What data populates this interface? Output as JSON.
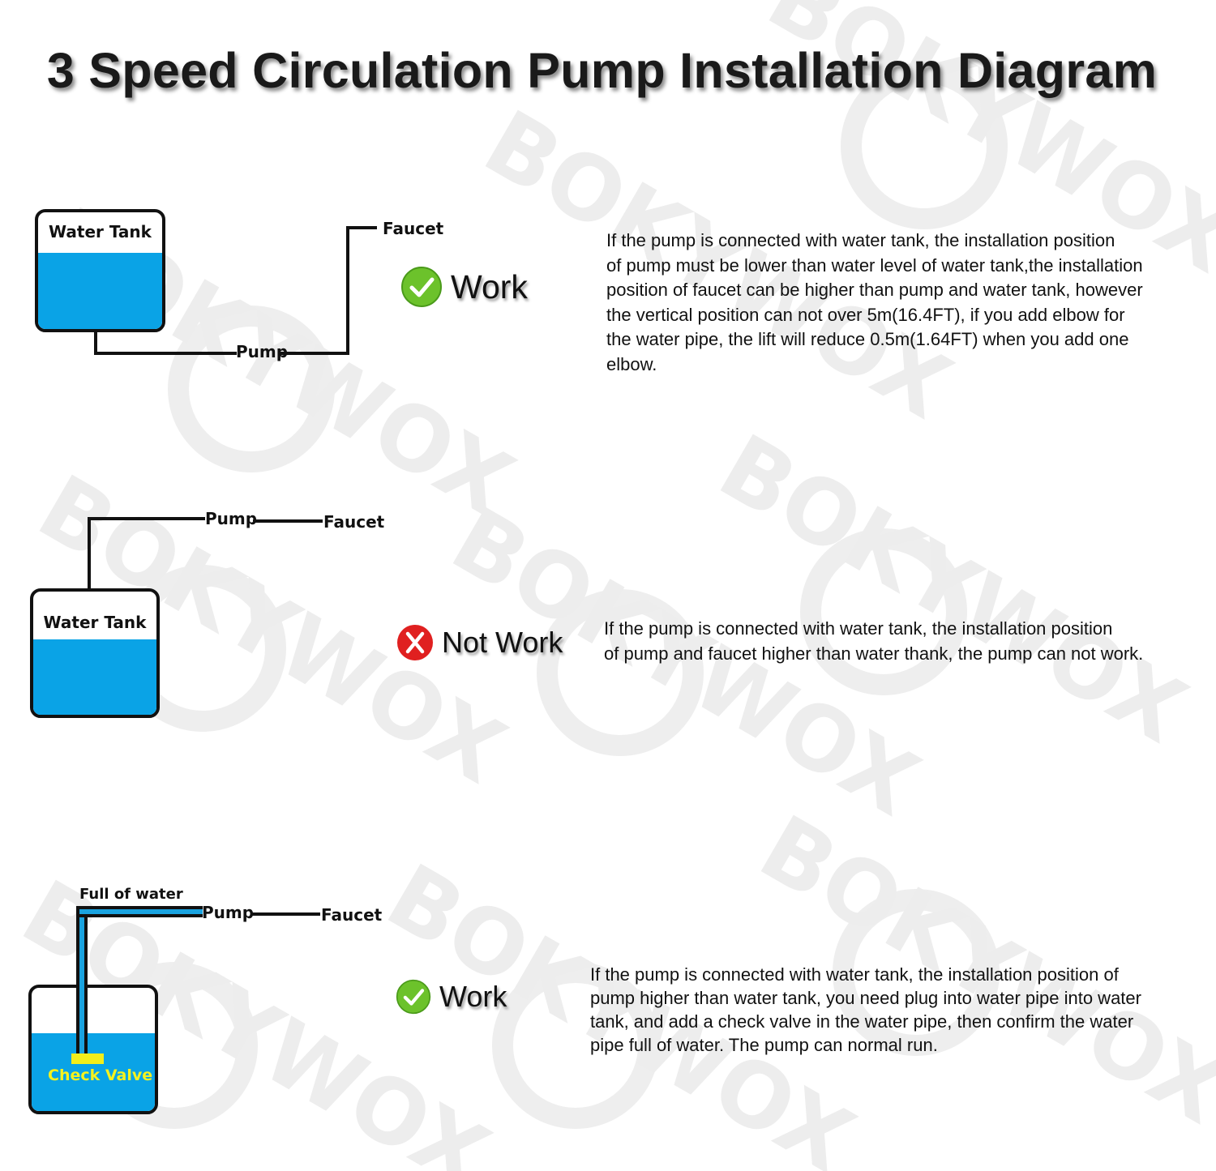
{
  "title": "3 Speed Circulation Pump Installation Diagram",
  "watermark": "BOKYWOX",
  "colors": {
    "water": "#0aa3e6",
    "pipe": "#111111",
    "check_valve": "#f2ee1a",
    "ok": "#6cc22b",
    "fail": "#e02020"
  },
  "sections": [
    {
      "tank_label": "Water Tank",
      "pump_label": "Pump",
      "faucet_label": "Faucet",
      "status_icon": "check-icon",
      "status_text": "Work",
      "description": [
        "If the pump is connected with water tank, the installation position",
        "of pump must be lower than water level of water tank,the installation",
        "position of faucet can be higher than pump and water tank, however",
        "the vertical position can not over 5m(16.4FT), if you add elbow for",
        "the water pipe, the lift will reduce 0.5m(1.64FT) when you add one",
        "elbow."
      ]
    },
    {
      "tank_label": "Water Tank",
      "pump_label": "Pump",
      "faucet_label": "Faucet",
      "status_icon": "cross-icon",
      "status_text": "Not Work",
      "description": [
        "If the pump is connected with water tank, the installation position",
        "of pump and faucet higher than water thank, the pump can not work."
      ]
    },
    {
      "full_label": "Full of water",
      "pump_label": "Pump",
      "faucet_label": "Faucet",
      "check_valve_label": "Check Valve",
      "status_icon": "check-icon",
      "status_text": "Work",
      "description": [
        "If the pump is connected with water tank, the installation position of",
        "pump higher than water tank, you need plug into water pipe into water",
        "tank, and add a check valve in the water pipe, then confirm the water",
        "pipe full of water. The pump can normal run."
      ]
    }
  ]
}
